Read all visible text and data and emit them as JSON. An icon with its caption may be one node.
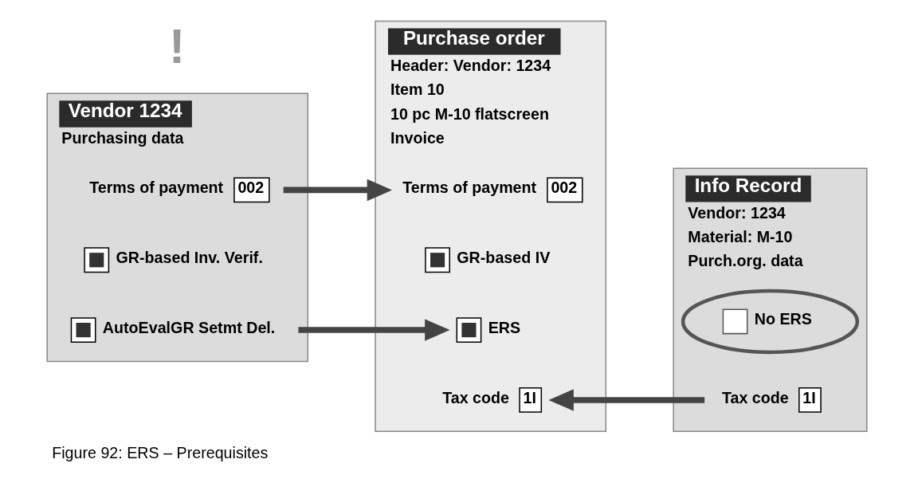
{
  "diagram": {
    "caption": "Figure 92: ERS – Prerequisites",
    "nodes": [
      {
        "text": [
          "Vendor 1234",
          "Purchasing data"
        ]
      },
      {
        "text": [
          "002"
        ],
        "in": 0,
        "beside": [
          "Terms of payment"
        ]
      },
      {
        "text": [
          "GR-based Inv. Verif."
        ],
        "in": 0
      },
      {
        "text": [
          "AutoEvalGR Setmt Del."
        ],
        "in": 0
      },
      {
        "text": [
          "Purchase order",
          "Header: Vendor: 1234",
          "Item 10",
          "10 pc M-10 flatscreen",
          "Invoice"
        ]
      },
      {
        "text": [
          "002"
        ],
        "in": 4,
        "beside": [
          "Terms of payment"
        ]
      },
      {
        "text": [
          "GR-based IV"
        ],
        "in": 4
      },
      {
        "text": [
          "ERS"
        ],
        "in": 4
      },
      {
        "text": [
          "1I"
        ],
        "in": 4,
        "beside": [
          "Tax code"
        ]
      },
      {
        "text": [
          "Info Record",
          "Vendor: 1234",
          "Material: M-10",
          "Purch.org. data"
        ]
      },
      {
        "text": [
          "No ERS"
        ],
        "in": 9
      },
      {
        "text": [
          "1I"
        ],
        "in": 9,
        "beside": [
          "Tax code"
        ]
      }
    ],
    "edges": [
      {
        "from": 1,
        "to": 5,
        "arrow": "to"
      },
      {
        "from": 3,
        "to": 7,
        "arrow": "to"
      },
      {
        "from": 11,
        "to": 8,
        "arrow": "to"
      }
    ],
    "labels": [
      "!"
    ]
  }
}
